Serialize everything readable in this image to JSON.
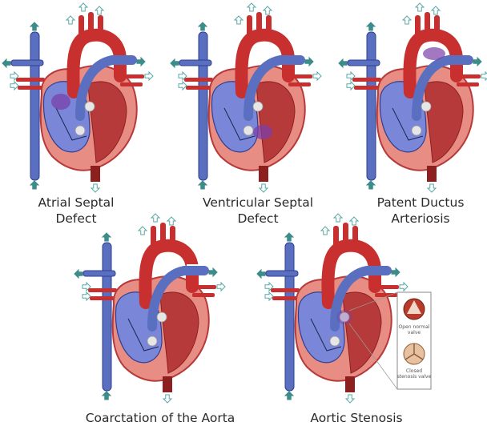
{
  "colors": {
    "aorta": "#c8302f",
    "aorta_dark": "#8e1f1f",
    "vein": "#5a6fc0",
    "vein_dark": "#2e3f8f",
    "muscle": "#b73a3a",
    "muscle_light": "#e88d84",
    "chamber_blue": "#7a86d8",
    "defect": "#7b3fa8",
    "arrow_teal": "#3c8c8a",
    "arrow_outline": "#5aa8a6",
    "valve": "#e6e6e6"
  },
  "panels": [
    {
      "id": "asd",
      "label": "Atrial Septal\nDefect",
      "defect": "atrial-septum"
    },
    {
      "id": "vsd",
      "label": "Ventricular Septal\nDefect",
      "defect": "ventricular-septum"
    },
    {
      "id": "pda",
      "label": "Patent Ductus\nArteriosis",
      "defect": "ductus"
    },
    {
      "id": "coa",
      "label": "Coarctation of the Aorta",
      "defect": "aortic-narrowing"
    },
    {
      "id": "as",
      "label": "Aortic Stenosis",
      "defect": "aortic-valve"
    }
  ],
  "inset": {
    "open_label": "Open normal\nvalve",
    "closed_label": "Closed\nstenosis valve"
  }
}
